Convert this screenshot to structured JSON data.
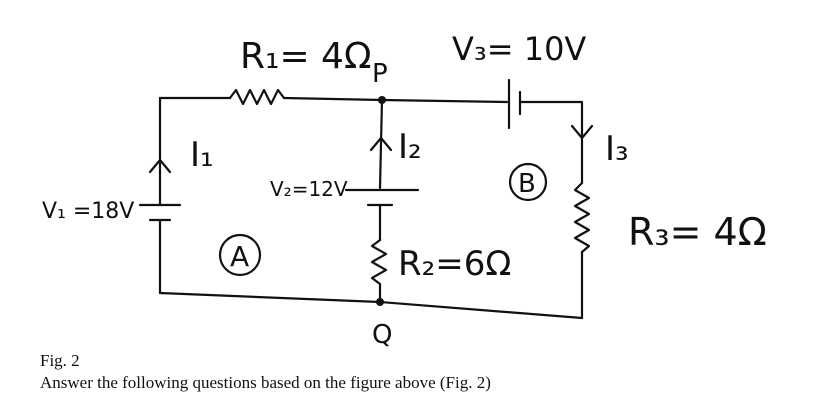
{
  "diagram": {
    "r1_label": "R₁= 4Ω",
    "node_p": "P",
    "v3_label": "V₃= 10V",
    "i1_label": "I₁",
    "i2_label": "I₂",
    "i3_label": "I₃",
    "v1_label": "V₁ =18V",
    "v2_label": "V₂=12V",
    "loop_a": "A",
    "loop_b": "B",
    "r2_label": "R₂=6Ω",
    "r3_label": "R₃= 4Ω",
    "node_q": "Q"
  },
  "caption": {
    "fig": "Fig. 2",
    "text": "Answer the following questions based on the figure above (Fig. 2)"
  }
}
